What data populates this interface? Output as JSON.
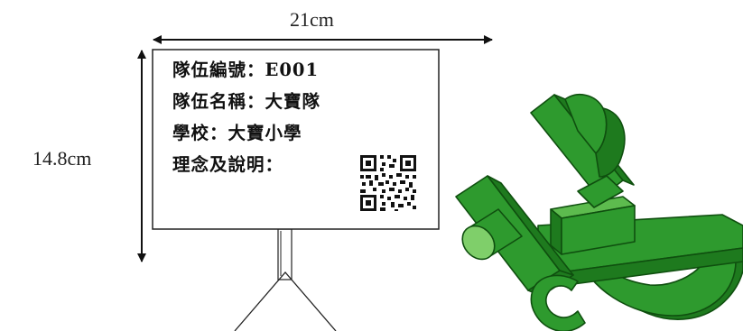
{
  "dimensions": {
    "width_label": "21cm",
    "height_label": "14.8cm"
  },
  "sign": {
    "team_id_line": "隊伍編號：E001",
    "team_name_line": "隊伍名稱：大寶隊",
    "school_line": "學校：大寶小學",
    "concept_line": "理念及說明：",
    "qr_code": "qr-code"
  },
  "colors": {
    "robot_green": "#2e9a2e",
    "robot_dark": "#0f4f0f",
    "robot_light": "#7fcf6a",
    "line": "#222222"
  }
}
